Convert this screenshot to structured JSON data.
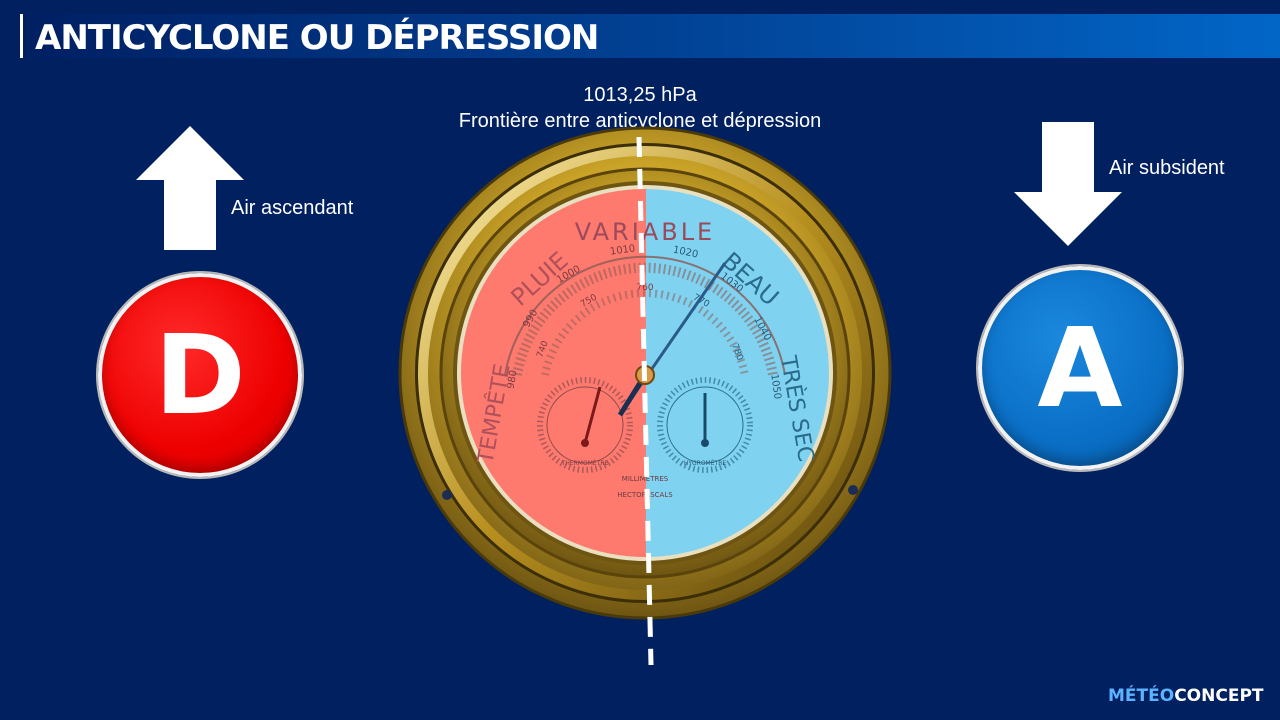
{
  "title": "ANTICYCLONE OU DÉPRESSION",
  "boundary": {
    "pressure": "1013,25 hPa",
    "caption": "Frontière entre anticyclone et dépression"
  },
  "left": {
    "arrow_icon": "arrow-up-icon",
    "caption": "Air ascendant",
    "letter": "D",
    "color": "#ee0000"
  },
  "right": {
    "arrow_icon": "arrow-down-icon",
    "caption": "Air subsident",
    "letter": "A",
    "color": "#0a6fc6"
  },
  "barometer": {
    "words": [
      "TEMPÊTE",
      "PLUIE",
      "VARIABLE",
      "BEAU",
      "TRÈS SEC"
    ],
    "scale_labels": [
      "980",
      "990",
      "1000",
      "1010",
      "1020",
      "1030",
      "1040",
      "1050"
    ],
    "inner_scale_labels": [
      "740",
      "750",
      "760",
      "770",
      "780"
    ],
    "thermometer_label": "THERMOMÈTRE",
    "hygrometer_label": "HYGROMÈTRE",
    "unit_line1": "MILLIMÈTRES",
    "unit_line2": "HECTOPASCALS",
    "low_color": "#ff7a6e",
    "high_color": "#7fd3f0",
    "rim_color": "#c9a227"
  },
  "logo": {
    "part1": "MÉTÉO",
    "part2": "CONCEPT"
  }
}
